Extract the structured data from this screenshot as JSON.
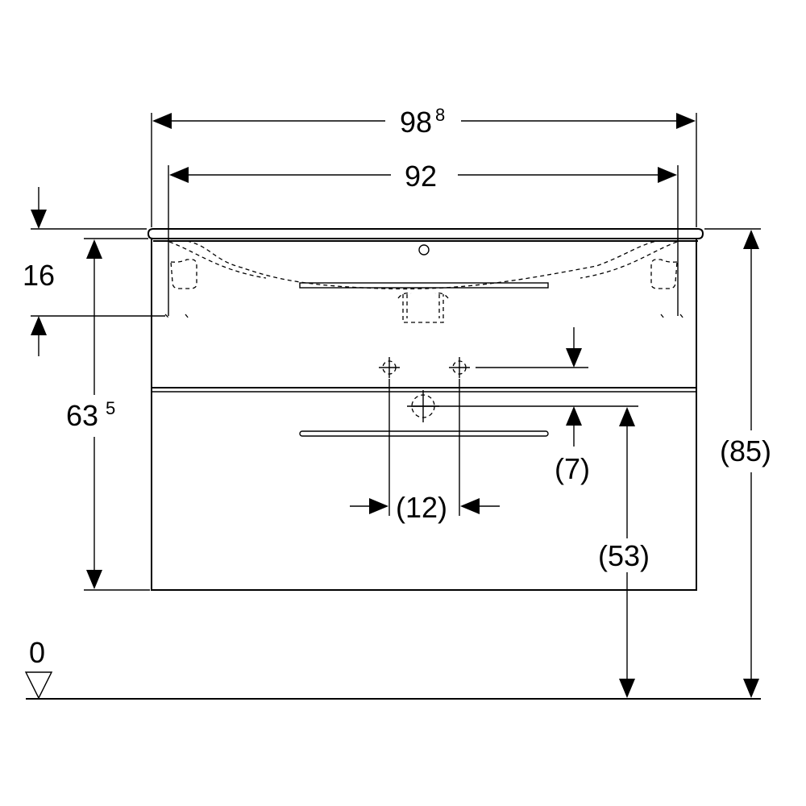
{
  "dimensions": {
    "overall_width": {
      "main": "98",
      "sup": "8"
    },
    "basin_width": "92",
    "top_thickness": "16",
    "cabinet_height": {
      "main": "63",
      "sup": "5"
    },
    "total_height": "(85)",
    "drain_height": "(53)",
    "drain_offset": "(7)",
    "tap_spacing": "(12)",
    "floor_level": "0"
  },
  "colors": {
    "line": "#000000",
    "background": "#ffffff"
  }
}
